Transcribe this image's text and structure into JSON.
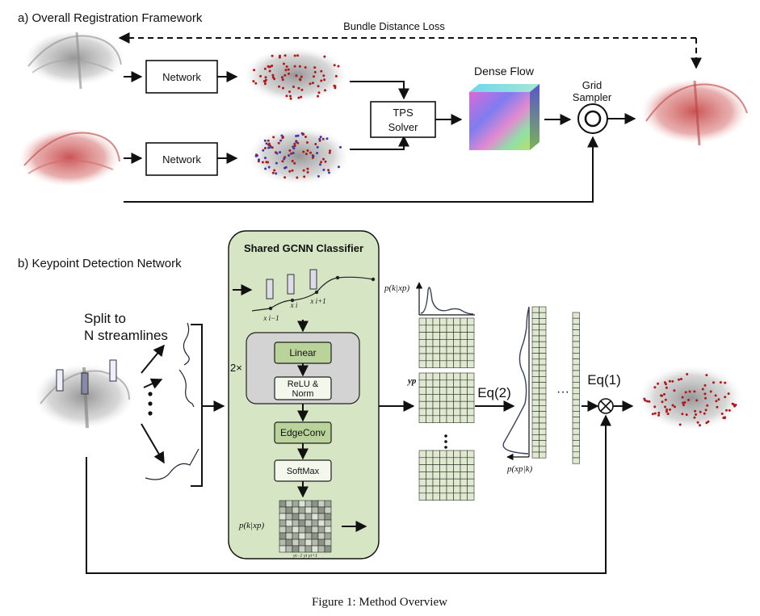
{
  "panel_a": {
    "title": "a) Overall Registration Framework",
    "loss_label": "Bundle Distance Loss",
    "network_label_1": "Network",
    "network_label_2": "Network",
    "tps_line1": "TPS",
    "tps_line2": "Solver",
    "dense_flow_label": "Dense Flow",
    "grid_line1": "Grid",
    "grid_line2": "Sampler"
  },
  "panel_b": {
    "title": "b) Keypoint Detection Network",
    "split_line1": "Split to",
    "split_line2": "N streamlines",
    "gcnn_title": "Shared GCNN Classifier",
    "repeat_label": "2×",
    "linear_label": "Linear",
    "relu_line1": "ReLU &",
    "relu_line2": "Norm",
    "edgeconv_label": "EdgeConv",
    "softmax_label": "SoftMax",
    "x_prev": "x i−1",
    "x_i": "x i",
    "x_next": "x i+1",
    "pk_xp_inner": "p(k|xp)",
    "pk_xp_hist": "p(k|xp)",
    "yp_label": "yp",
    "eq2_label": "Eq(2)",
    "eq1_label": "Eq(1)",
    "px_k_label": "p(xp|k)",
    "dots_h": "···",
    "bottom_grid_label": "yi−1 yi yi+1"
  },
  "caption": "Figure 1: Method Overview",
  "colors": {
    "gcnn_panel": "#d6e6c4",
    "green_box": "#b9d39a",
    "grey_panel": "#d3d3d3",
    "fiber_red": "#c94b4b",
    "keypoint_red": "#b01a1a",
    "grid_fill": "#dfe9cf"
  }
}
